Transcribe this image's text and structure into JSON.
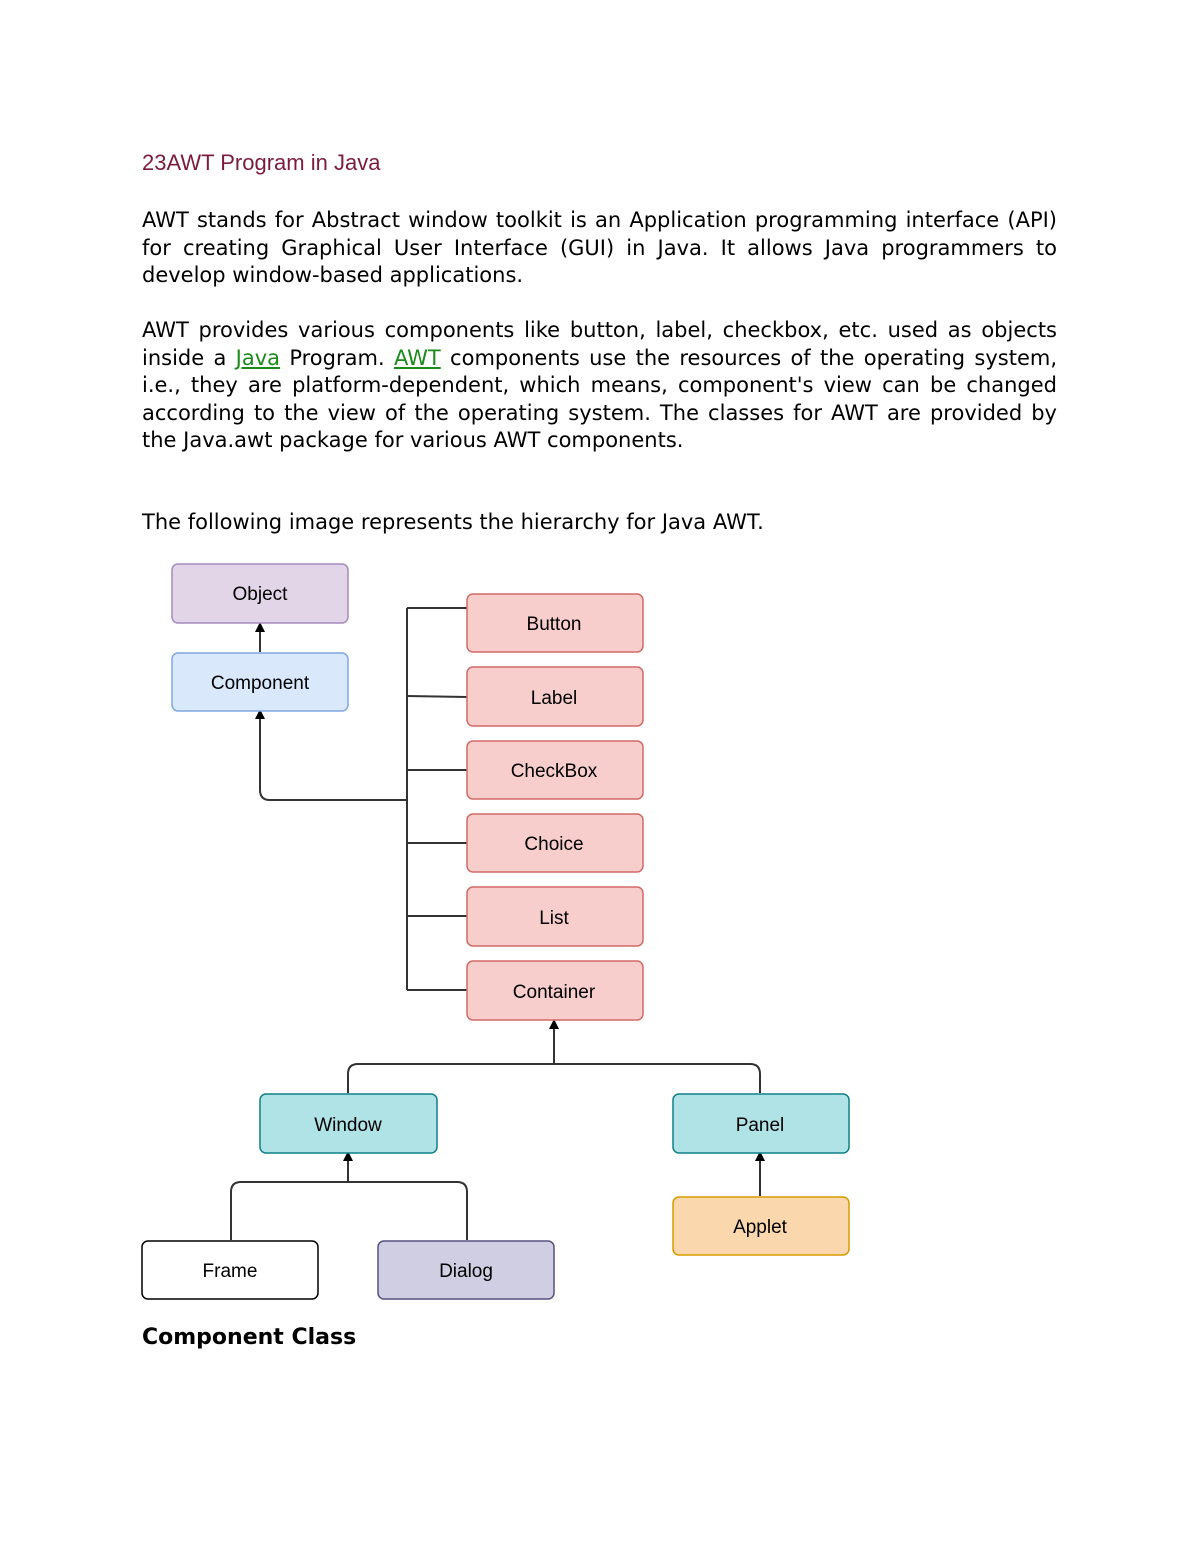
{
  "title": "23AWT Program in Java",
  "paragraph1": "AWT stands for Abstract window toolkit is an Application programming interface (API) for creating Graphical User Interface (GUI) in Java. It allows Java programmers to develop window-based applications.",
  "paragraph2": {
    "part1": "AWT provides various components like button, label, checkbox, etc. used as objects inside a ",
    "link1": "Java",
    "part2": " Program. ",
    "link2": "AWT",
    "part3": " components use the resources of the operating system, i.e., they are platform-dependent, which means, component's view can be changed according to the view of the operating system. The classes for AWT are provided by the Java.awt package for various AWT components."
  },
  "paragraph3": "The following image represents the hierarchy for Java AWT.",
  "diagram": {
    "nodes": {
      "object": "Object",
      "component": "Component",
      "button": "Button",
      "label": "Label",
      "checkbox": "CheckBox",
      "choice": "Choice",
      "list": "List",
      "container": "Container",
      "window": "Window",
      "panel": "Panel",
      "frame": "Frame",
      "dialog": "Dialog",
      "applet": "Applet"
    },
    "colors": {
      "object": "#e1d5e7",
      "component": "#dae8fc",
      "components_children": "#f8cecc",
      "window_panel": "#b0e3e6",
      "frame": "#ffffff",
      "dialog": "#d0cee2",
      "applet": "#fad7ac"
    }
  },
  "section_heading": "Component Class"
}
